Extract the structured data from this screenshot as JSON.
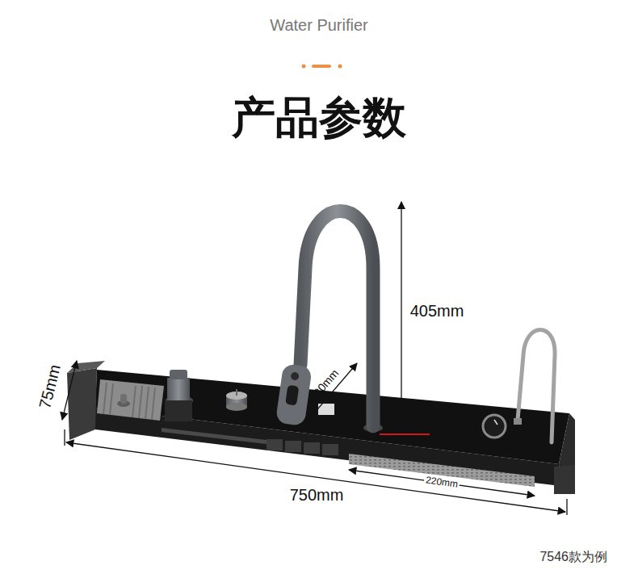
{
  "diagram": {
    "title": "产品参数",
    "caption": "7546款为例",
    "labels": [
      "Water Purifier",
      "405mm",
      "220mm",
      "75mm",
      "750mm",
      "220mm"
    ]
  }
}
